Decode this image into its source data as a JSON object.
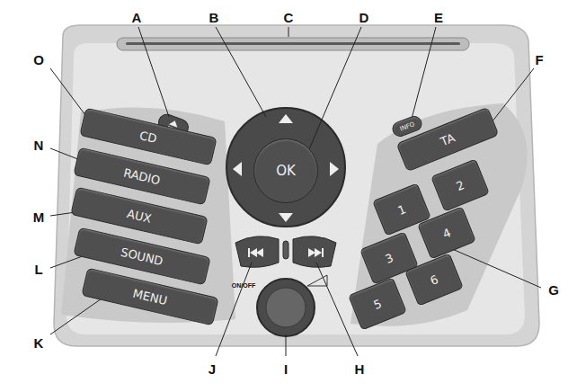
{
  "diagram": {
    "nodes": [
      {
        "text": [
          "CD"
        ]
      },
      {
        "text": [
          "RADIO"
        ]
      },
      {
        "text": [
          "AUX"
        ]
      },
      {
        "text": [
          "SOUND"
        ]
      },
      {
        "text": [
          "MENU"
        ]
      },
      {
        "text": [
          "OK"
        ]
      },
      {
        "text": [
          "INFO"
        ]
      },
      {
        "text": [
          "TA"
        ]
      },
      {
        "text": [
          "1"
        ]
      },
      {
        "text": [
          "2"
        ]
      },
      {
        "text": [
          "3"
        ]
      },
      {
        "text": [
          "4"
        ]
      },
      {
        "text": [
          "5"
        ]
      },
      {
        "text": [
          "6"
        ]
      }
    ],
    "labels": [
      "A",
      "B",
      "C",
      "D",
      "E",
      "F",
      "G",
      "H",
      "I",
      "J",
      "K",
      "L",
      "M",
      "N",
      "O",
      "ON/OFF"
    ]
  }
}
